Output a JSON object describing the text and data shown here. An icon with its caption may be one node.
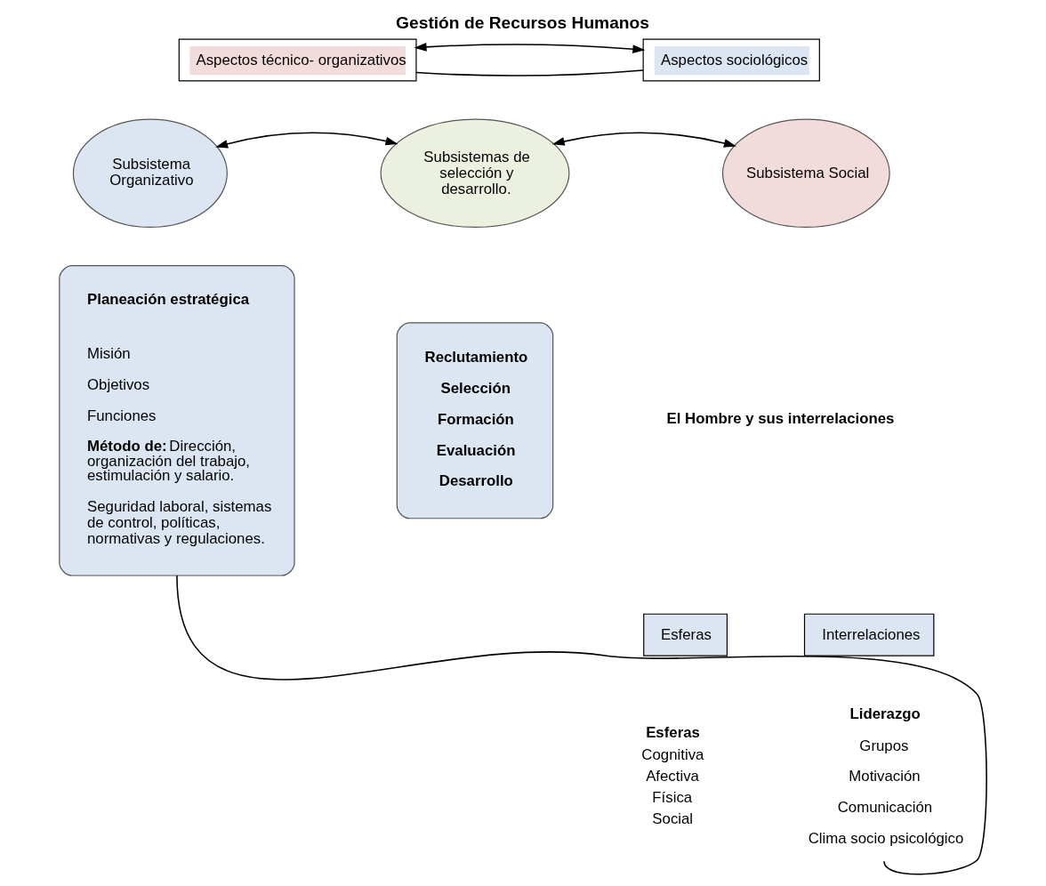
{
  "diagram": {
    "title": "Gestión de Recursos Humanos",
    "nodes": [
      {
        "text": [
          "Aspectos técnico- organizativos"
        ]
      },
      {
        "text": [
          "Aspectos sociológicos"
        ]
      },
      {
        "text": [
          "Subsistema Organizativo"
        ]
      },
      {
        "text": [
          "Subsistemas de selección y desarrollo."
        ]
      },
      {
        "text": [
          "Subsistema Social"
        ]
      },
      {
        "text": [
          "Planeación estratégica",
          "Misión",
          "Objetivos",
          "Funciones",
          "**Método de:** Dirección, organización del trabajo, estimulación y salario.",
          "Seguridad laboral, sistemas de control, políticas, normativas y regulaciones."
        ]
      },
      {
        "text": [
          "Reclutamiento",
          "Selección",
          "Formación",
          "Evaluación",
          "Desarrollo"
        ]
      },
      {
        "text": [
          "Esferas"
        ]
      },
      {
        "text": [
          "Interrelaciones"
        ]
      },
      {
        "text": [
          "Liderazgo",
          "Grupos",
          "Motivación",
          "Comunicación",
          "Clima socio psicológico"
        ]
      }
    ],
    "edges": [
      {
        "from": 0,
        "to": 1,
        "arrow": "none"
      },
      {
        "from": 0,
        "to": 1,
        "arrow": "both"
      },
      {
        "from": 2,
        "to": 3,
        "arrow": "both"
      },
      {
        "from": 3,
        "to": 4,
        "arrow": "both"
      },
      {
        "from": 5,
        "to": 9,
        "arrow": "none"
      }
    ],
    "labels": [
      "El Hombre y sus interrelaciones",
      "Esferas",
      "Cognitiva",
      "Afectiva",
      "Física",
      "Social"
    ]
  }
}
